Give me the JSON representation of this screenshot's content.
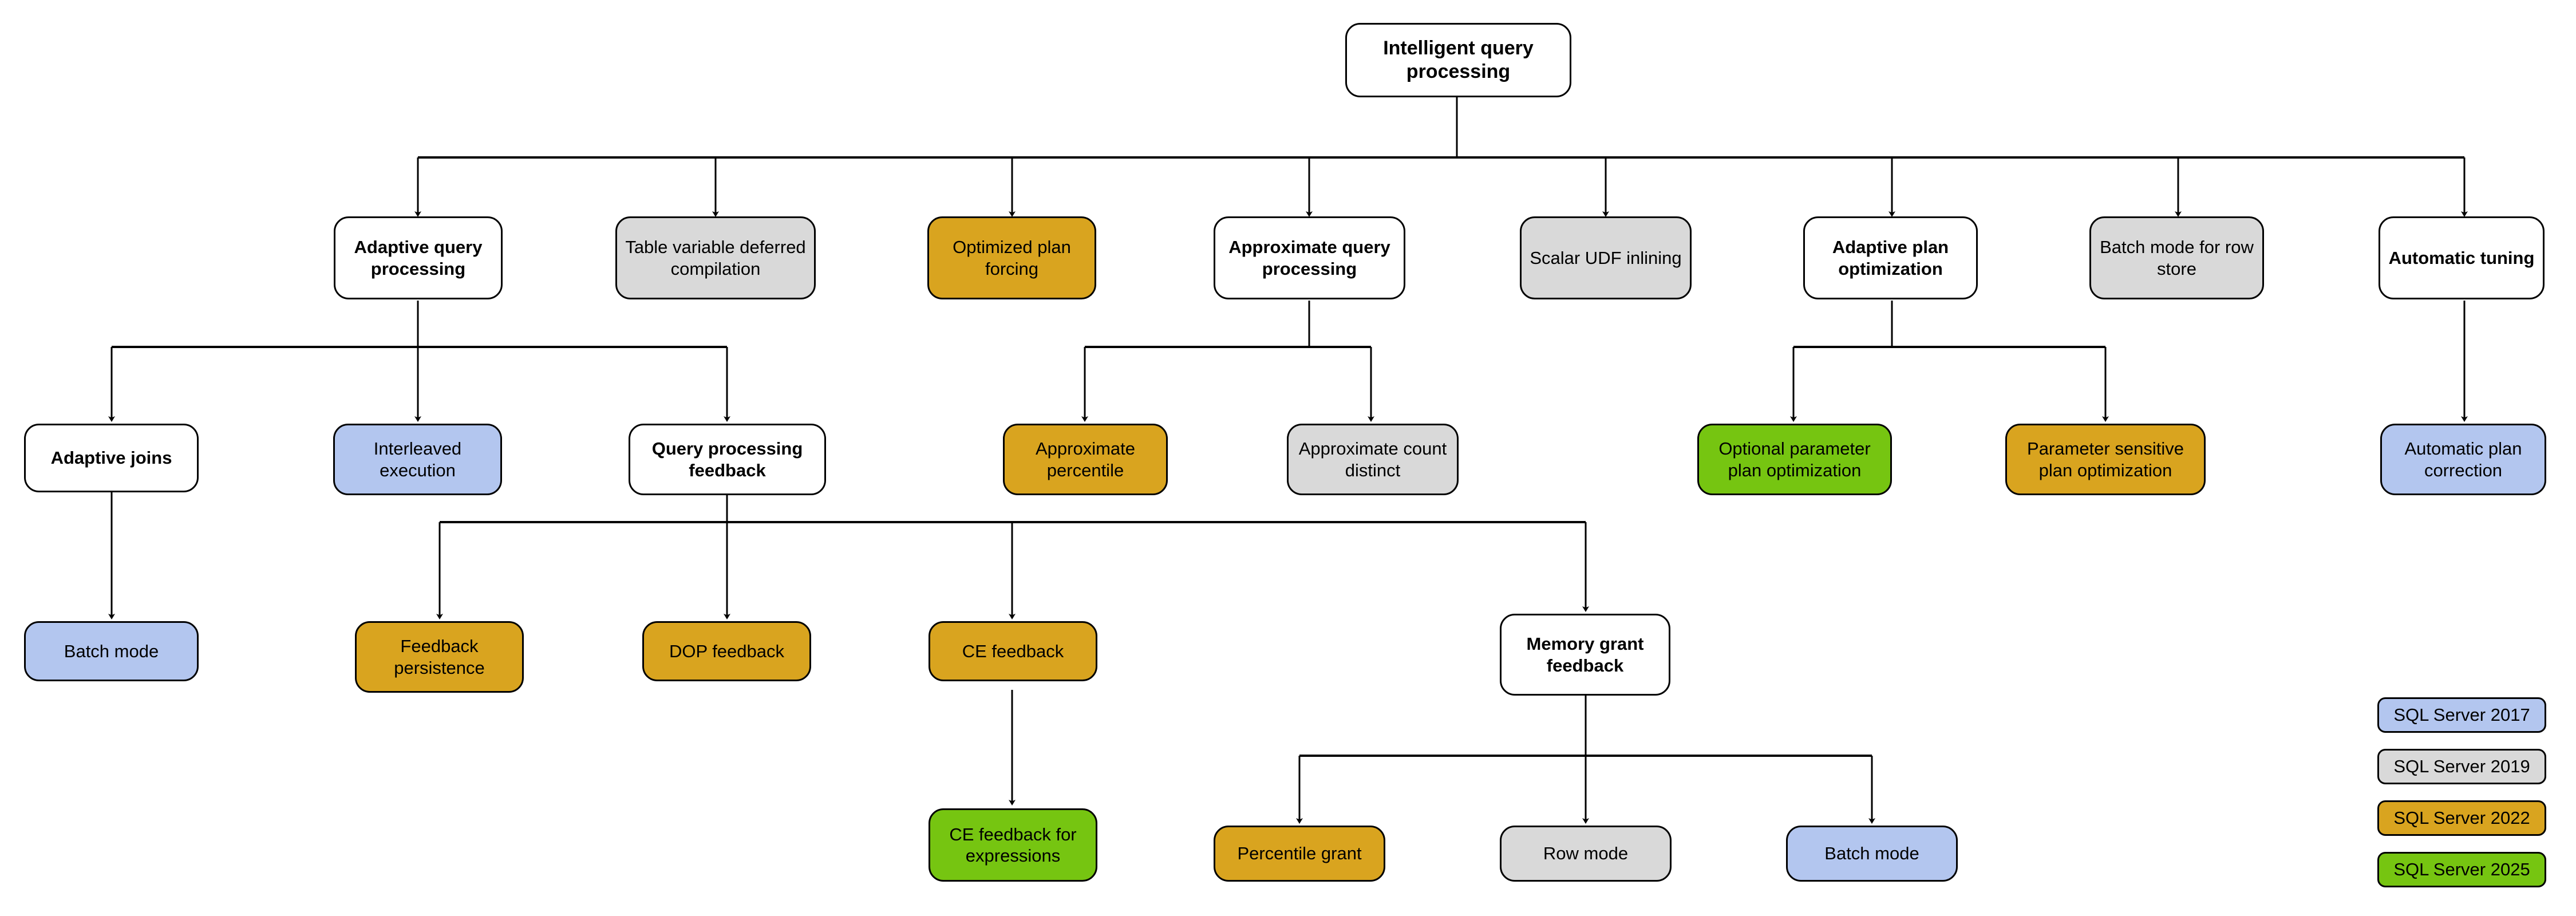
{
  "diagram": {
    "title": "Intelligent query processing",
    "root": {
      "label": "Intelligent query processing",
      "color": "white"
    },
    "level1": [
      {
        "label": "Adaptive query processing",
        "color": "white"
      },
      {
        "label": "Table variable deferred compilation",
        "color": "gray"
      },
      {
        "label": "Optimized plan forcing",
        "color": "orange"
      },
      {
        "label": "Approximate query processing",
        "color": "white"
      },
      {
        "label": "Scalar UDF inlining",
        "color": "gray"
      },
      {
        "label": "Adaptive plan optimization",
        "color": "white"
      },
      {
        "label": "Batch mode for row store",
        "color": "gray"
      },
      {
        "label": "Automatic tuning",
        "color": "white"
      }
    ],
    "level2": [
      {
        "label": "Adaptive joins",
        "color": "white",
        "parent": "Adaptive query processing"
      },
      {
        "label": "Interleaved execution",
        "color": "blue",
        "parent": "Adaptive query processing"
      },
      {
        "label": "Query processing feedback",
        "color": "white",
        "parent": "Adaptive query processing"
      },
      {
        "label": "Approximate percentile",
        "color": "orange",
        "parent": "Approximate query processing"
      },
      {
        "label": "Approximate count distinct",
        "color": "gray",
        "parent": "Approximate query processing"
      },
      {
        "label": "Optional parameter plan optimization",
        "color": "green",
        "parent": "Adaptive plan optimization"
      },
      {
        "label": "Parameter sensitive plan optimization",
        "color": "orange",
        "parent": "Adaptive plan optimization"
      },
      {
        "label": "Automatic plan correction",
        "color": "blue",
        "parent": "Automatic tuning"
      }
    ],
    "level3": [
      {
        "label": "Batch mode",
        "color": "blue",
        "parent": "Adaptive joins"
      },
      {
        "label": "Feedback persistence",
        "color": "orange",
        "parent": "Query processing feedback"
      },
      {
        "label": "DOP feedback",
        "color": "orange",
        "parent": "Query processing feedback"
      },
      {
        "label": "CE feedback",
        "color": "orange",
        "parent": "Query processing feedback"
      },
      {
        "label": "Memory grant feedback",
        "color": "white",
        "parent": "Query processing feedback"
      }
    ],
    "level4": [
      {
        "label": "CE feedback for expressions",
        "color": "green",
        "parent": "CE feedback"
      },
      {
        "label": "Percentile grant",
        "color": "orange",
        "parent": "Memory grant feedback"
      },
      {
        "label": "Row mode",
        "color": "gray",
        "parent": "Memory grant feedback"
      },
      {
        "label": "Batch mode",
        "color": "blue",
        "parent": "Memory grant feedback"
      }
    ]
  },
  "legend": {
    "items": [
      {
        "label": "SQL Server 2017",
        "color": "blue"
      },
      {
        "label": "SQL Server 2019",
        "color": "gray"
      },
      {
        "label": "SQL Server 2022",
        "color": "orange"
      },
      {
        "label": "SQL Server 2025",
        "color": "green"
      }
    ]
  },
  "colors": {
    "white": "#ffffff",
    "gray": "#d9d9d9",
    "orange": "#d9a41f",
    "blue": "#b3c6ef",
    "green": "#76c511",
    "stroke": "#000000"
  }
}
